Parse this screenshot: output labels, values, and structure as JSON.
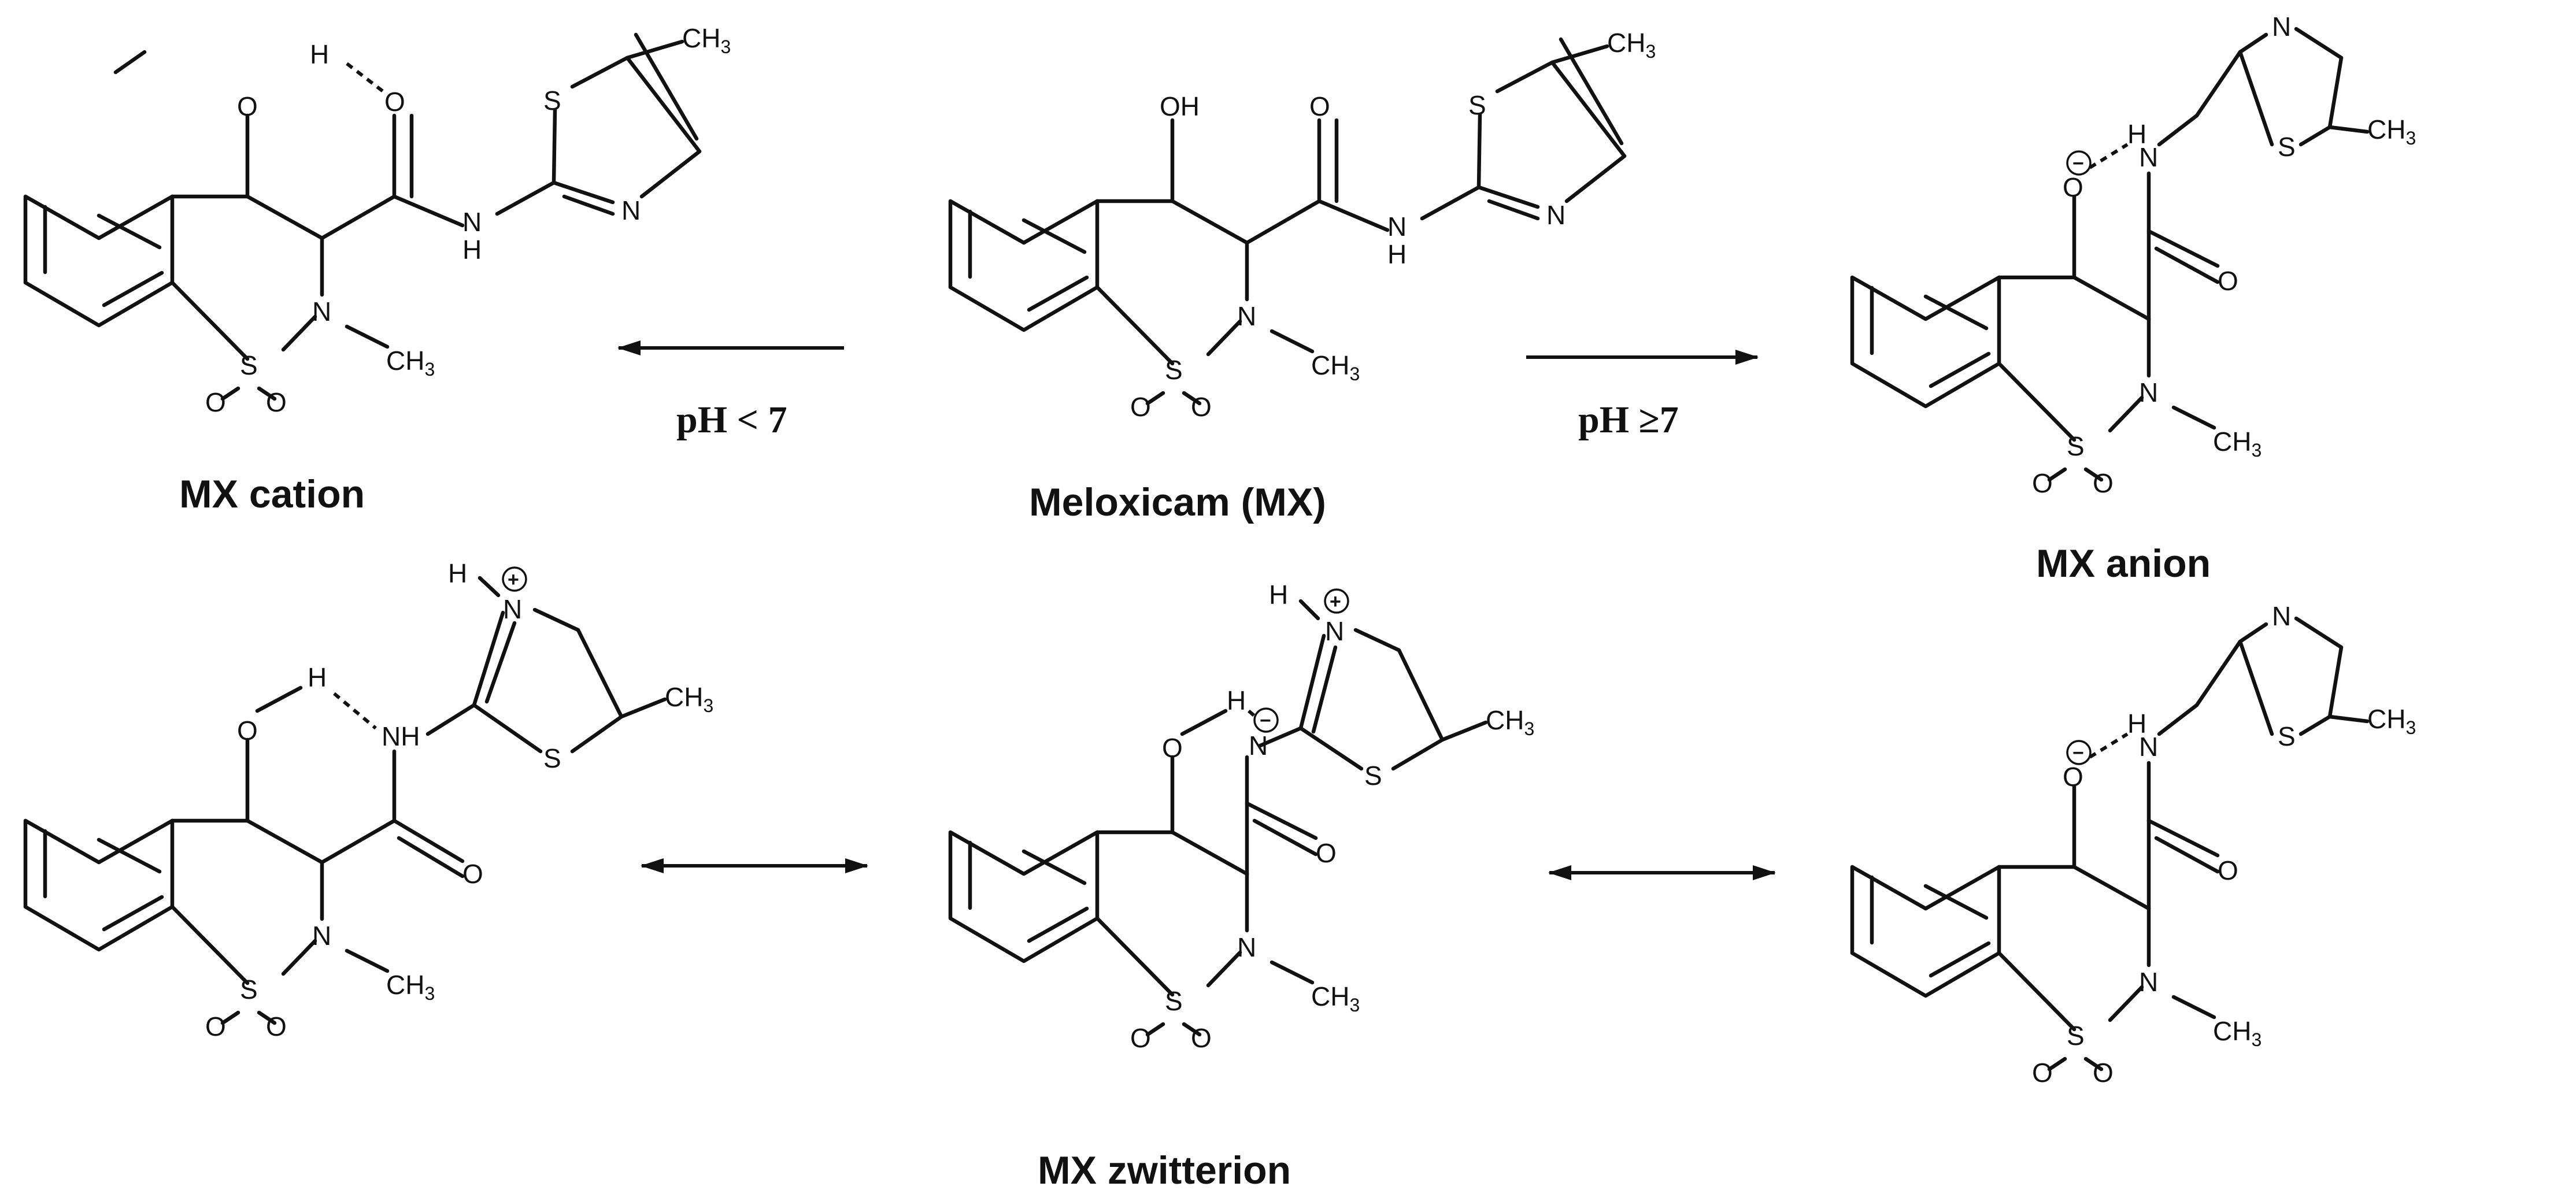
{
  "labels": {
    "caption_cation": "MX cation",
    "caption_meloxicam": "Meloxicam (MX)",
    "caption_anion": "MX anion",
    "caption_zwitterion": "MX zwitterion",
    "cond_acid": "pH < 7",
    "cond_base": "pH ≥7"
  },
  "atoms": {
    "O": "O",
    "OH": "OH",
    "H": "H",
    "N": "N",
    "NH": "NH",
    "S": "S",
    "CH": "CH",
    "three": "3"
  },
  "charges": {
    "minus": "−",
    "plus": "+"
  },
  "structures": [
    {
      "id": "mx-cation",
      "role": "cation",
      "enol_form": "hydroxyl",
      "amide_hbond": true
    },
    {
      "id": "meloxicam",
      "role": "neutral",
      "enol_form": "hydroxyl",
      "amide_hbond": false
    },
    {
      "id": "mx-anion",
      "role": "anion",
      "enol_form": "enolate"
    },
    {
      "id": "mx-zwitterion-a",
      "role": "zwitterion-resonance",
      "enol_form": "hydroxyl",
      "thiazole_protonated": true
    },
    {
      "id": "mx-zwitterion-b",
      "role": "zwitterion-resonance",
      "enol_form": "hydroxyl",
      "thiazole_protonated": true,
      "amide_anion": true
    },
    {
      "id": "mx-zwitterion-c",
      "role": "zwitterion-resonance",
      "enol_form": "enolate"
    }
  ]
}
